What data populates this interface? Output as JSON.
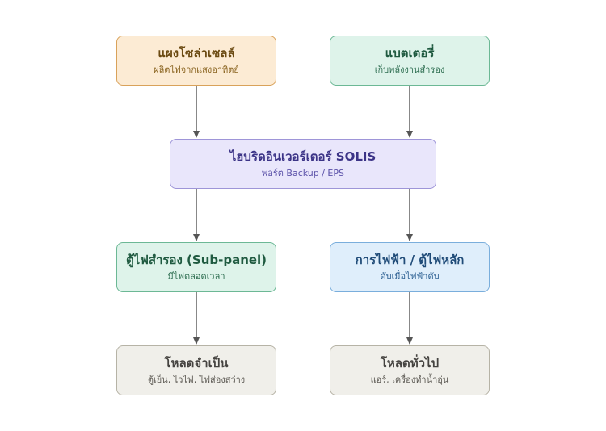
{
  "nodes": {
    "solar": {
      "title": "แผงโซล่าเซลล์",
      "subtitle": "ผลิตไฟจากแสงอาทิตย์"
    },
    "battery": {
      "title": "แบตเตอรี่",
      "subtitle": "เก็บพลังงานสำรอง"
    },
    "inverter": {
      "title": "ไฮบริดอินเวอร์เตอร์ SOLIS",
      "subtitle": "พอร์ต Backup / EPS"
    },
    "subpanel": {
      "title": "ตู้ไฟสำรอง (Sub-panel)",
      "subtitle": "มีไฟตลอดเวลา"
    },
    "grid": {
      "title": "การไฟฟ้า / ตู้ไฟหลัก",
      "subtitle": "ดับเมื่อไฟฟ้าดับ"
    },
    "essential": {
      "title": "โหลดจำเป็น",
      "subtitle": "ตู้เย็น, ไวไฟ, ไฟส่องสว่าง"
    },
    "general": {
      "title": "โหลดทั่วไป",
      "subtitle": "แอร์, เครื่องทำน้ำอุ่น"
    }
  },
  "colors": {
    "edge": "#555555"
  }
}
